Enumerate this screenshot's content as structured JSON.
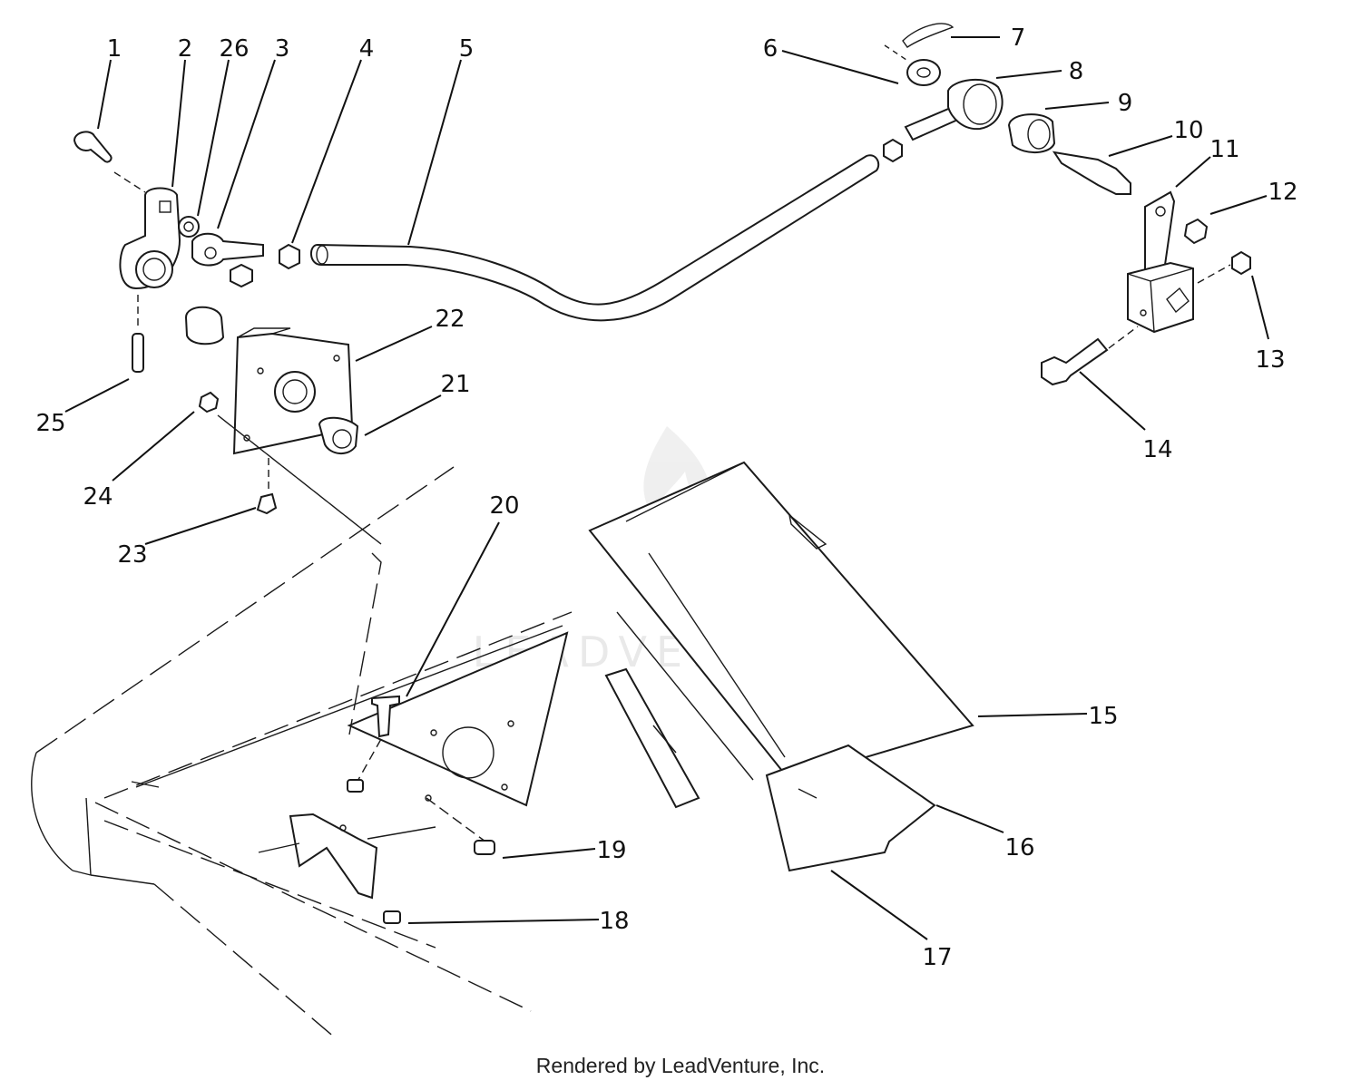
{
  "footer_text": "Rendered by LeadVenture, Inc.",
  "watermark_text": "LEADVENTURE",
  "callouts": [
    {
      "id": "1",
      "label": "1"
    },
    {
      "id": "2",
      "label": "2"
    },
    {
      "id": "26",
      "label": "26"
    },
    {
      "id": "3",
      "label": "3"
    },
    {
      "id": "4",
      "label": "4"
    },
    {
      "id": "5",
      "label": "5"
    },
    {
      "id": "6",
      "label": "6"
    },
    {
      "id": "7",
      "label": "7"
    },
    {
      "id": "8",
      "label": "8"
    },
    {
      "id": "9",
      "label": "9"
    },
    {
      "id": "10",
      "label": "10"
    },
    {
      "id": "11",
      "label": "11"
    },
    {
      "id": "12",
      "label": "12"
    },
    {
      "id": "13",
      "label": "13"
    },
    {
      "id": "14",
      "label": "14"
    },
    {
      "id": "15",
      "label": "15"
    },
    {
      "id": "16",
      "label": "16"
    },
    {
      "id": "17",
      "label": "17"
    },
    {
      "id": "18",
      "label": "18"
    },
    {
      "id": "19",
      "label": "19"
    },
    {
      "id": "20",
      "label": "20"
    },
    {
      "id": "21",
      "label": "21"
    },
    {
      "id": "22",
      "label": "22"
    },
    {
      "id": "23",
      "label": "23"
    },
    {
      "id": "24",
      "label": "24"
    },
    {
      "id": "25",
      "label": "25"
    }
  ]
}
